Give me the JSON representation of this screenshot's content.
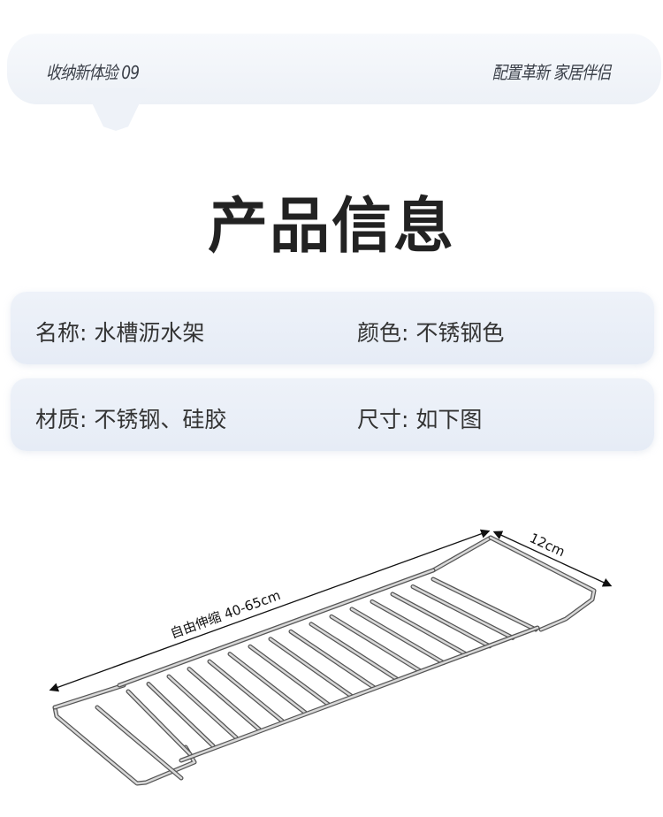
{
  "banner": {
    "left": "收纳新体验 09",
    "right": "配置革新 家居伴侣"
  },
  "title": "产品信息",
  "info": [
    {
      "name": "名称: 水槽沥水架",
      "color": "颜色: 不锈钢色"
    },
    {
      "material": "材质: 不锈钢、硅胶",
      "size": "尺寸: 如下图"
    }
  ],
  "dimensions": {
    "length": "自由伸缩 40-65cm",
    "width": "12cm"
  }
}
